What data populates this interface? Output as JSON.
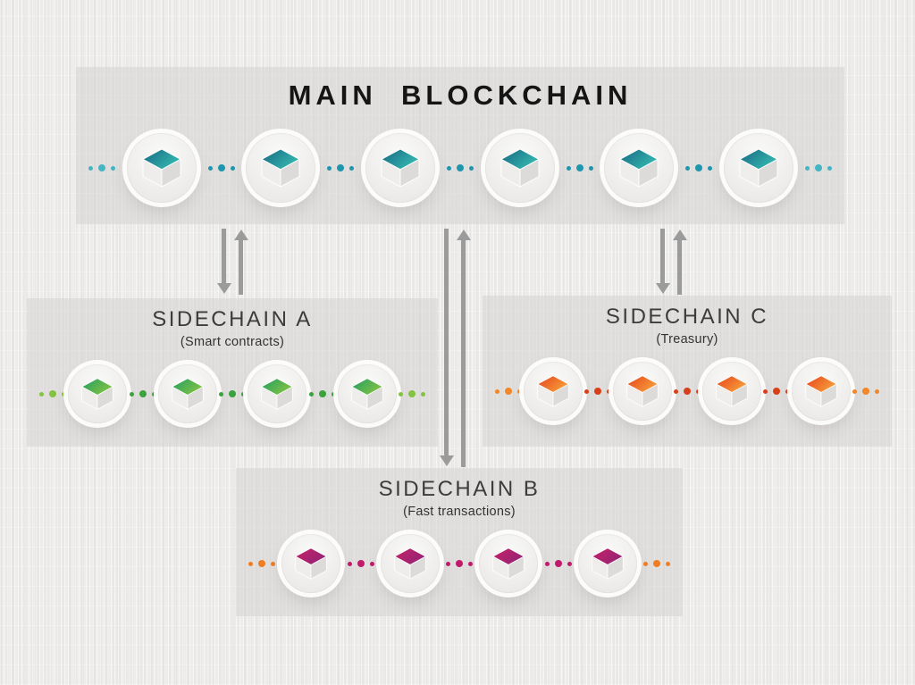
{
  "chains": {
    "main": {
      "title": "MAIN  BLOCKCHAIN",
      "blocks": 6,
      "accent_start": "#1b6d86",
      "accent_end": "#36c0b4",
      "dot_color": "#1f96ad",
      "dot_edge_color": "#45b5c4"
    },
    "a": {
      "title": "SIDECHAIN A",
      "subtitle": "(Smart contracts)",
      "blocks": 4,
      "accent_start": "#27a061",
      "accent_end": "#8cc63f",
      "dot_color": "#3aa33c",
      "dot_edge_color": "#83c341"
    },
    "c": {
      "title": "SIDECHAIN C",
      "subtitle": "(Treasury)",
      "blocks": 4,
      "accent_start": "#e64a1e",
      "accent_end": "#f9a63c",
      "dot_color": "#d8401c",
      "dot_edge_color": "#f0882a"
    },
    "b": {
      "title": "SIDECHAIN B",
      "subtitle": "(Fast transactions)",
      "blocks": 4,
      "accent_start": "#c42268",
      "accent_end": "#8f2476",
      "dot_color": "#c21a6b",
      "dot_edge_color": "#ef7d24"
    }
  }
}
